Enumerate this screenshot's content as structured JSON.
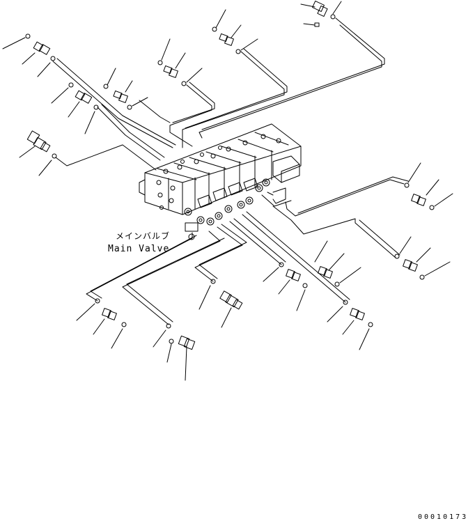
{
  "labels": {
    "main_valve_jp": "メインバルブ",
    "main_valve_en": "Main Valve"
  },
  "drawing_code": "00010173",
  "colors": {
    "line": "#000000",
    "background": "#ffffff"
  }
}
